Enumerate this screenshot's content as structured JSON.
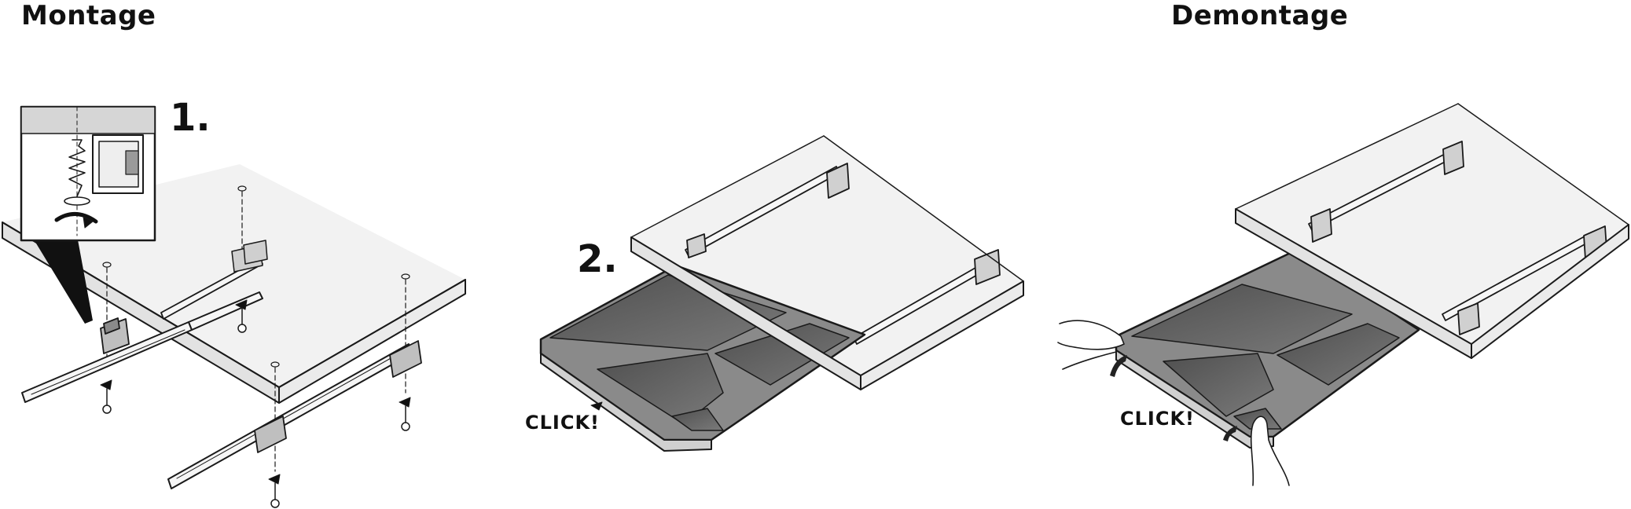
{
  "headings": {
    "mount": "Montage",
    "dismount": "Demontage"
  },
  "steps": {
    "step1": "1.",
    "step2": "2."
  },
  "labels": {
    "click_mount": "CLICK!",
    "click_dismount": "CLICK!"
  },
  "colors": {
    "board": "#f2f2f2",
    "board_edge": "#e0e0e0",
    "outline": "#1a1a1a",
    "tray": "#8a8a8a",
    "tray_well": "#5e5e5e",
    "rail": "#f6f6f6"
  }
}
